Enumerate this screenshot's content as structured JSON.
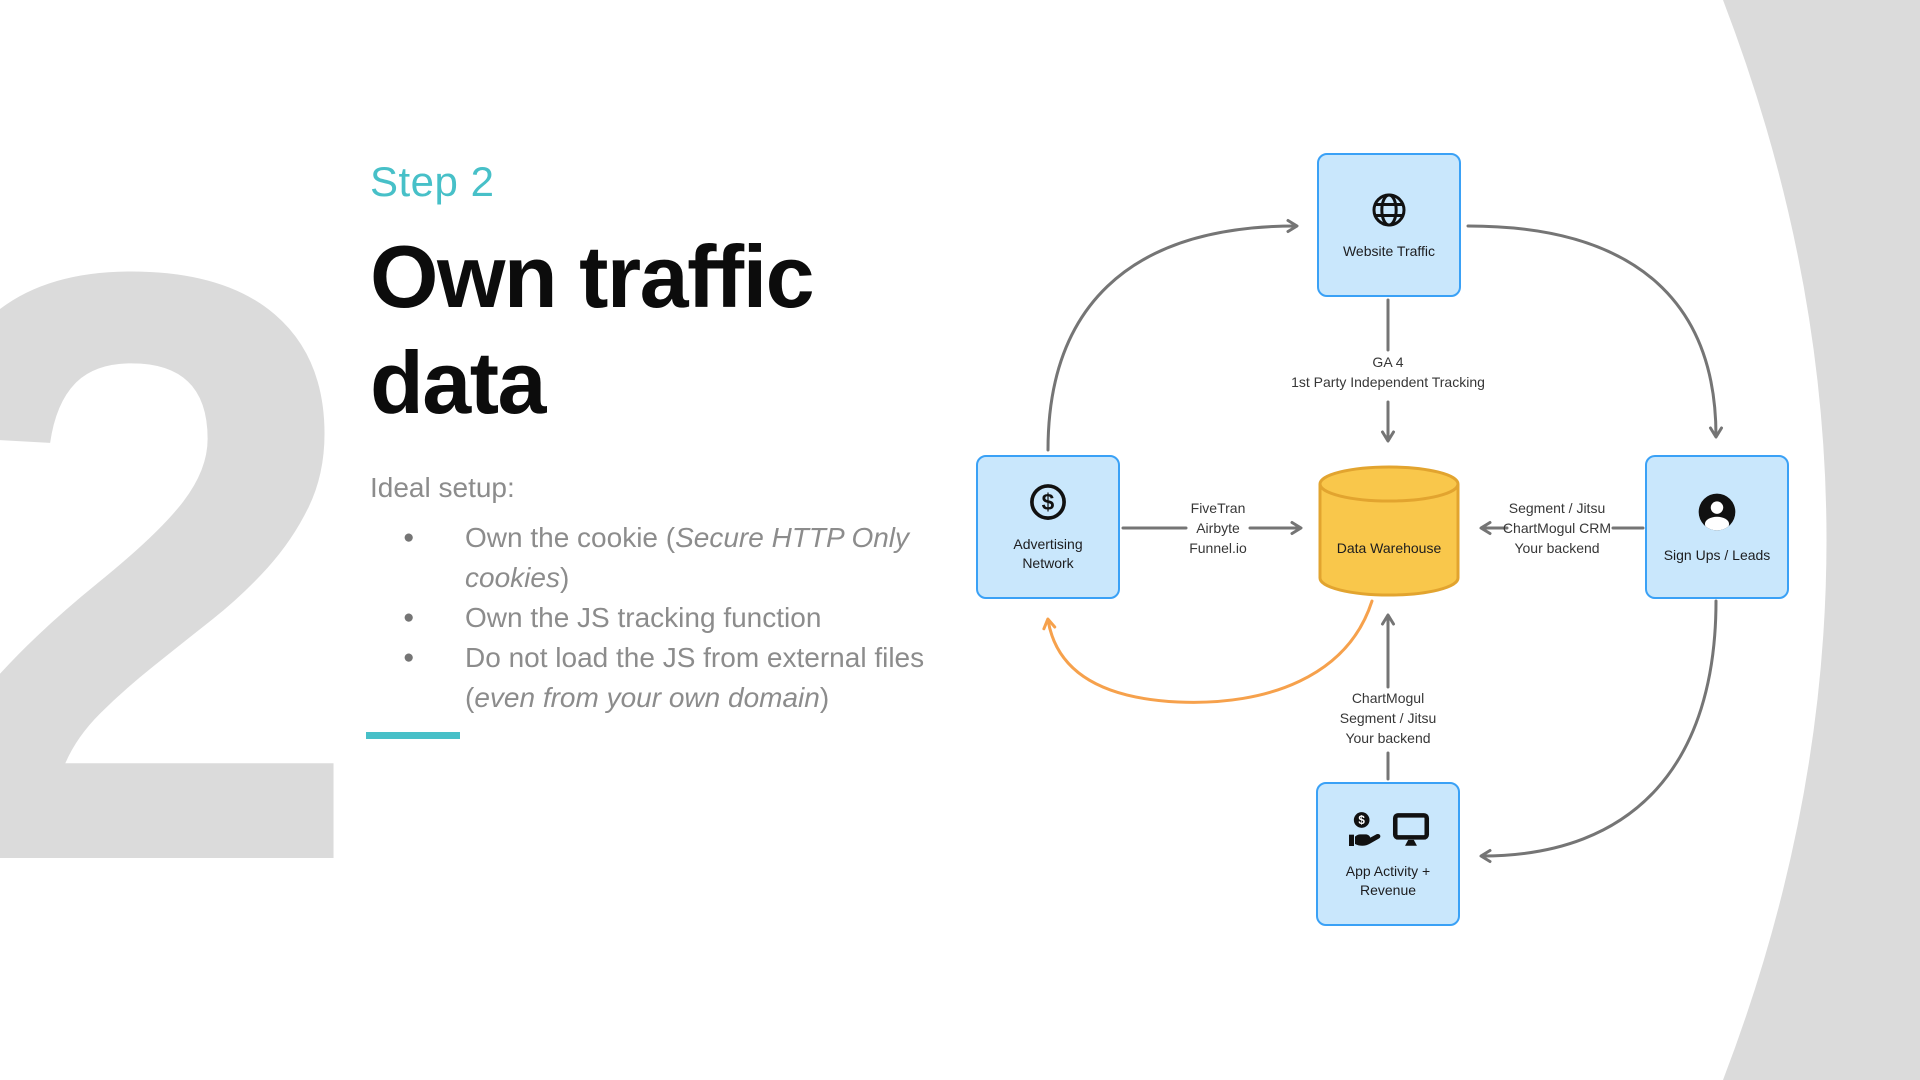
{
  "slide": {
    "step_label": "Step 2",
    "title": "Own traffic data",
    "intro": "Ideal setup:",
    "bullets": [
      {
        "pre": "Own the cookie (",
        "em": "Secure HTTP Only cookies",
        "post": ")"
      },
      {
        "pre": "Own the JS tracking function",
        "em": "",
        "post": ""
      },
      {
        "pre": "Do not load the JS from external files (",
        "em": "even from your own domain",
        "post": ")"
      }
    ],
    "watermark_digit": "2"
  },
  "diagram": {
    "nodes": {
      "website_traffic": {
        "label": "Website Traffic",
        "icon": "globe-icon"
      },
      "advertising_network": {
        "label_line1": "Advertising",
        "label_line2": "Network",
        "icon": "dollar-circle-icon"
      },
      "data_warehouse": {
        "label": "Data Warehouse",
        "icon": "cylinder-shape"
      },
      "sign_ups": {
        "label": "Sign Ups / Leads",
        "icon": "user-circle-icon"
      },
      "app_activity": {
        "label_line1": "App Activity +",
        "label_line2": "Revenue",
        "icons": [
          "revenue-hand-icon",
          "monitor-icon"
        ]
      }
    },
    "edge_labels": {
      "ga4": [
        "GA 4",
        "1st Party Independent Tracking"
      ],
      "etl": [
        "FiveTran",
        "Airbyte",
        "Funnel.io"
      ],
      "crm": [
        "Segment / Jitsu",
        "ChartMogul CRM",
        "Your backend"
      ],
      "revenue": [
        "ChartMogul",
        "Segment / Jitsu",
        "Your backend"
      ]
    }
  },
  "colors": {
    "accent_teal": "#47C0C8",
    "decoration_gray": "#DBDBDB",
    "text_dark": "#0C0C0C",
    "text_muted": "#8C8C8C",
    "node_fill": "#C9E7FC",
    "node_border": "#3AA1F6",
    "warehouse_fill": "#F9C74B",
    "warehouse_border": "#E2A42F",
    "arrow_gray": "#757575",
    "arrow_orange": "#F6A14C",
    "diagram_text": "#373737"
  }
}
